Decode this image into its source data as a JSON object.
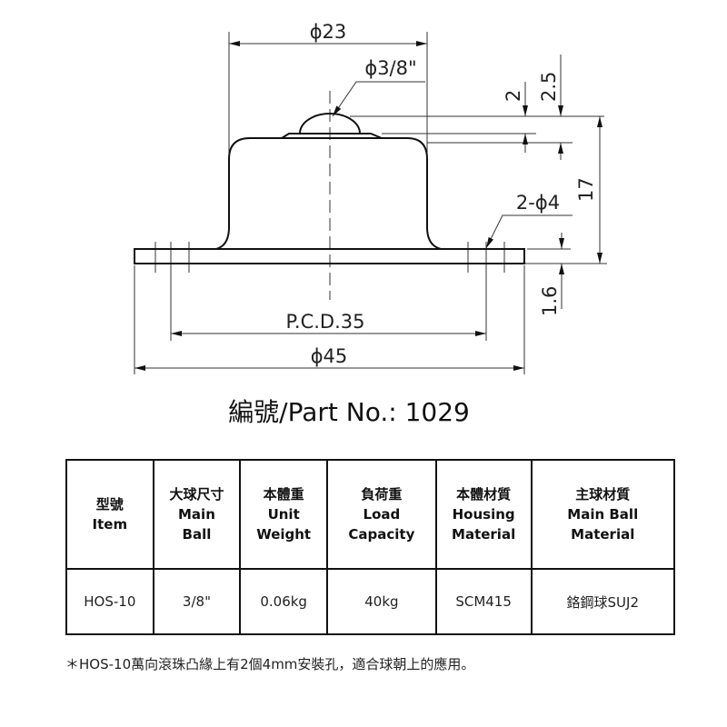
{
  "drawing": {
    "dims": {
      "body_diameter": "ϕ23",
      "ball_diameter": "ϕ3/8\"",
      "ball_protrusion": "2",
      "lip_height": "2.5",
      "total_height": "17",
      "holes": "2-ϕ4",
      "plate_thickness": "1.6",
      "pcd": "P.C.D.35",
      "flange_diameter": "ϕ45"
    }
  },
  "title": "編號/Part No.: 1029",
  "table": {
    "headers": [
      [
        "型號",
        "Item"
      ],
      [
        "大球尺寸",
        "Main",
        "Ball"
      ],
      [
        "本體重",
        "Unit",
        "Weight"
      ],
      [
        "負荷重",
        "Load",
        "Capacity"
      ],
      [
        "本體材質",
        "Housing",
        "Material"
      ],
      [
        "主球材質",
        "Main Ball",
        "Material"
      ]
    ],
    "rows": [
      [
        "HOS-10",
        "3/8\"",
        "0.06kg",
        "40kg",
        "SCM415",
        "鉻鋼球SUJ2"
      ]
    ]
  },
  "note": "＊HOS-10萬向滾珠凸緣上有2個4mm安裝孔，適合球朝上的應用。"
}
